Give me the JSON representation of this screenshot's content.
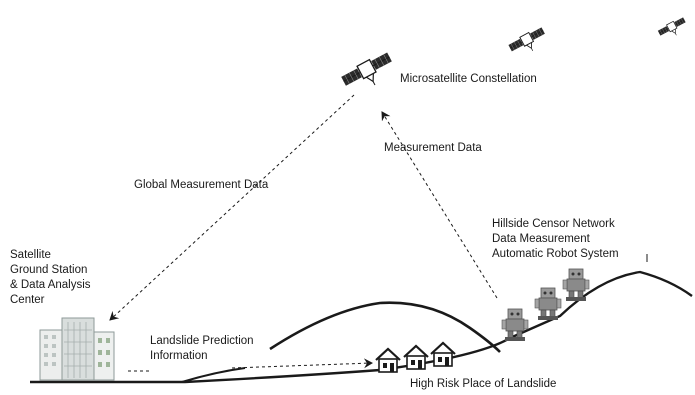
{
  "labels": {
    "constellation": "Microsatellite Constellation",
    "measurement": "Measurement Data",
    "global": "Global Measurement Data",
    "ground_station": "Satellite\nGround Station\n& Data Analysis\nCenter",
    "robot_system": "Hillside Censor Network\nData Measurement\nAutomatic Robot System",
    "prediction": "Landslide Prediction\nInformation",
    "risk_place": "High Risk Place of Landslide"
  },
  "icons": {
    "satellite": "satellite-icon",
    "buildings": "office-building-icon",
    "houses": "house-icon",
    "robots": "robot-icon"
  },
  "colors": {
    "line": "#1a1a1a",
    "satellite_panel": "#2b2b2b",
    "building_glass": "#d9dedd",
    "building_frame": "#8e9a98"
  }
}
